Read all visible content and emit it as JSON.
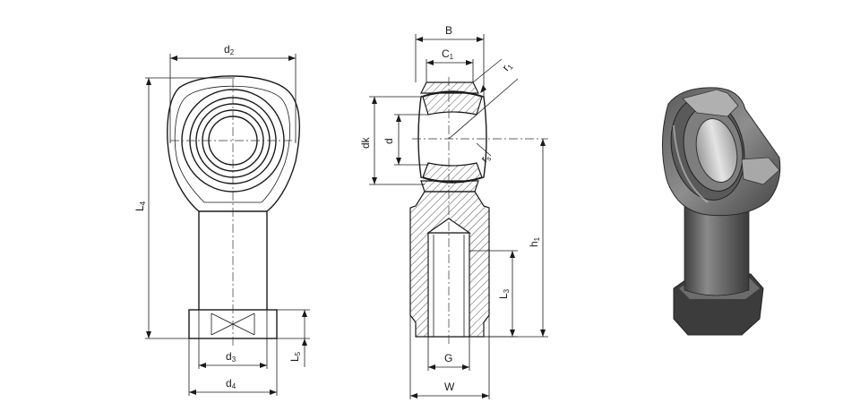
{
  "labels": {
    "d2": {
      "main": "d",
      "sub": "2"
    },
    "L4": {
      "main": "L",
      "sub": "4"
    },
    "d3": {
      "main": "d",
      "sub": "3"
    },
    "d4": {
      "main": "d",
      "sub": "4"
    },
    "L5": {
      "main": "L",
      "sub": "5"
    },
    "B": {
      "main": "B",
      "sub": ""
    },
    "C1": {
      "main": "C",
      "sub": "1"
    },
    "r1": {
      "main": "r",
      "sub": "1"
    },
    "dk": {
      "main": "dk",
      "sub": ""
    },
    "d": {
      "main": "d",
      "sub": ""
    },
    "r2": {
      "main": "r",
      "sub": "s"
    },
    "h1": {
      "main": "h",
      "sub": "1"
    },
    "L3": {
      "main": "L",
      "sub": "3"
    },
    "G": {
      "main": "G",
      "sub": ""
    },
    "W": {
      "main": "W",
      "sub": ""
    }
  },
  "colors": {
    "line": "#1a1a1a",
    "hatch": "#555555",
    "part_dark": "#4a4a4a",
    "part_mid": "#7a7a7a",
    "part_light": "#b8b8b8"
  }
}
